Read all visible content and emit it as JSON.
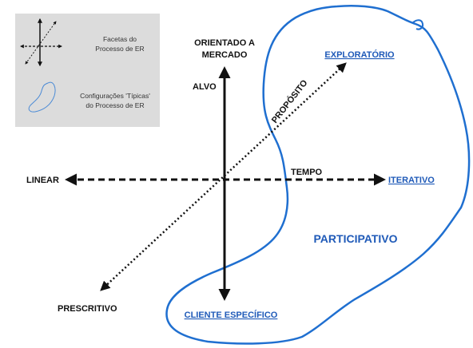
{
  "legend": {
    "facets_line1": "Facetas do",
    "facets_line2": "Processo de ER",
    "configs_line1": "Configurações 'Típicas'",
    "configs_line2": "do Processo de ER"
  },
  "axes": {
    "vertical_top_line1": "ORIENTADO A",
    "vertical_top_line2": "MERCADO",
    "vertical_label": "ALVO",
    "vertical_bottom": "CLIENTE ESPECÍFICO",
    "horizontal_left": "LINEAR",
    "horizontal_label": "TEMPO",
    "horizontal_right": "ITERATIVO",
    "diagonal_top": "EXPLORATÓRIO",
    "diagonal_label": "PROPÓSITO",
    "diagonal_bottom": "PRESCRITIVO"
  },
  "region_label": "PARTICIPATIVO",
  "colors": {
    "axis": "#111111",
    "region": "#1f6fd0",
    "legend_bg": "#dcdcdc",
    "link_text": "#1f5ab8"
  }
}
